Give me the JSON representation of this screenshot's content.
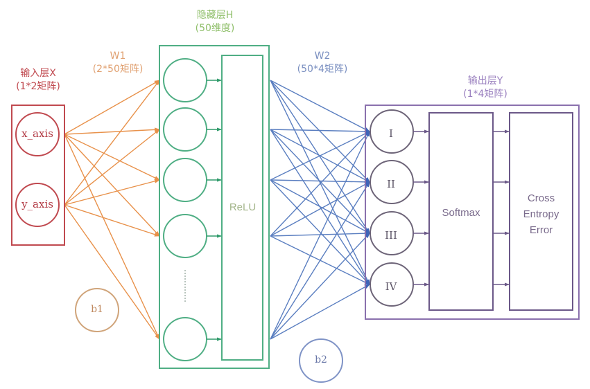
{
  "colors": {
    "input": "#c0494f",
    "w1": "#e8914a",
    "hidden": "#4fae84",
    "hidden_text": "#8fbf6a",
    "relu_text": "#a3b58a",
    "w2": "#5a7ec0",
    "output": "#8a70ad",
    "output_node": "#6d6478",
    "bias1": "#d0a47a",
    "bias2": "#7f93c6"
  },
  "input_layer": {
    "title": "输入层X",
    "subtitle": "(1*2矩阵)",
    "nodes": [
      "x_axis",
      "y_axis"
    ]
  },
  "weights1": {
    "title": "W1",
    "subtitle": "(2*50矩阵)"
  },
  "hidden_layer": {
    "title": "隐藏层H",
    "subtitle": "(50维度)",
    "visible_node_count": 5,
    "total_units": 50,
    "activation": "ReLU"
  },
  "weights2": {
    "title": "W2",
    "subtitle": "(50*4矩阵)"
  },
  "output_layer": {
    "title": "输出层Y",
    "subtitle": "(1*4矩阵)",
    "nodes": [
      "I",
      "II",
      "III",
      "IV"
    ],
    "softmax": "Softmax",
    "loss": [
      "Cross",
      "Entropy",
      "Error"
    ]
  },
  "biases": {
    "b1": "b1",
    "b2": "b2"
  }
}
